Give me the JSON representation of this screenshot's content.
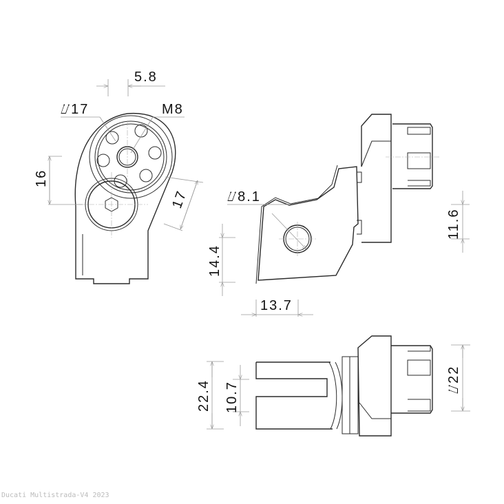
{
  "caption": "Ducati Multistrada-V4 2023",
  "dimensions": {
    "d58": "5.8",
    "d17dia": "⌰17",
    "m8": "M8",
    "d16": "16",
    "d17": "17",
    "d81dia": "⌰8.1",
    "d144": "14.4",
    "d137": "13.7",
    "d116": "11.6",
    "d224": "22.4",
    "d107": "10.7",
    "d22dia": "⌰22"
  },
  "colors": {
    "line": "#2a2a2a",
    "dimension": "#9a9a9a",
    "caption": "#bbbbbb"
  }
}
